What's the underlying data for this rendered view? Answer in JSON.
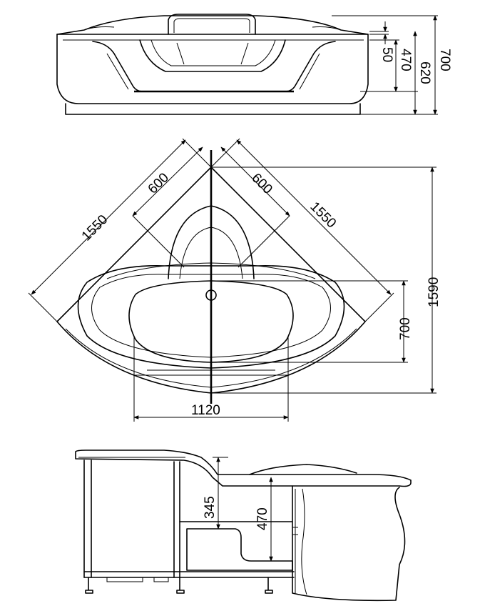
{
  "drawing": {
    "front_view": {
      "dims": {
        "d50": "50",
        "d470": "470",
        "d620": "620",
        "d700": "700"
      }
    },
    "plan_view": {
      "dims": {
        "left_1550": "1550",
        "right_1550": "1550",
        "left_600": "600",
        "right_600": "600",
        "height_1590": "1590",
        "depth_700": "700",
        "width_1120": "1120"
      }
    },
    "side_view": {
      "dims": {
        "d345": "345",
        "d470": "470"
      }
    }
  }
}
